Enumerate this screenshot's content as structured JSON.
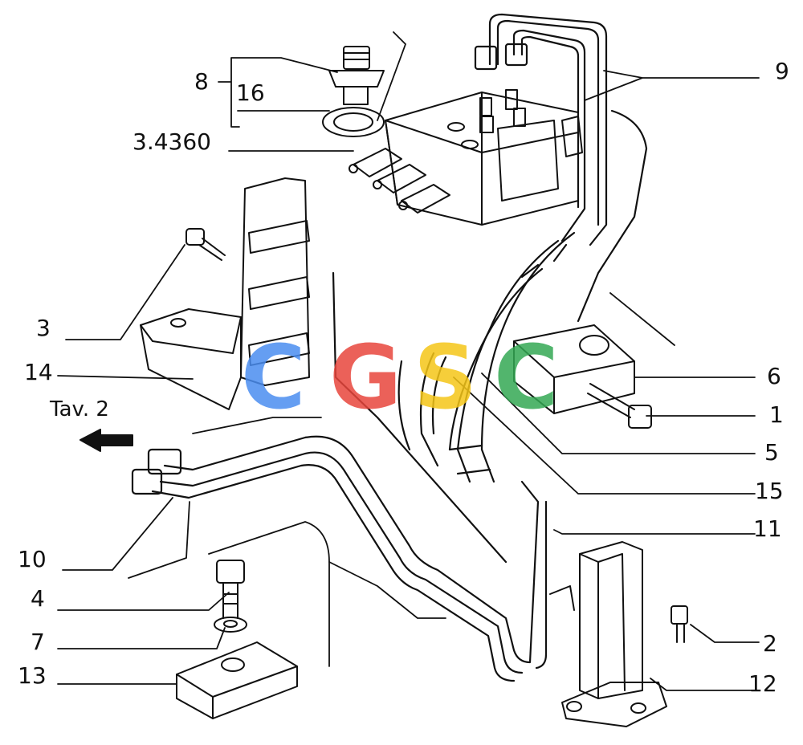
{
  "labels": {
    "l8": "8",
    "l16": "16",
    "l3_4360": "3.4360",
    "l9": "9",
    "l3": "3",
    "l14": "14",
    "tav": "Tav. 2",
    "l6": "6",
    "l1": "1",
    "l5": "5",
    "l15": "15",
    "l11": "11",
    "l10": "10",
    "l4": "4",
    "l7": "7",
    "l2": "2",
    "l13": "13",
    "l12": "12"
  },
  "watermark": {
    "letters": [
      "C",
      "G",
      "S",
      "C"
    ],
    "colors": [
      "#4a8df0",
      "#e8453c",
      "#f5c518",
      "#34a853"
    ]
  },
  "colors": {
    "ink": "#111111",
    "paper": "#ffffff"
  }
}
